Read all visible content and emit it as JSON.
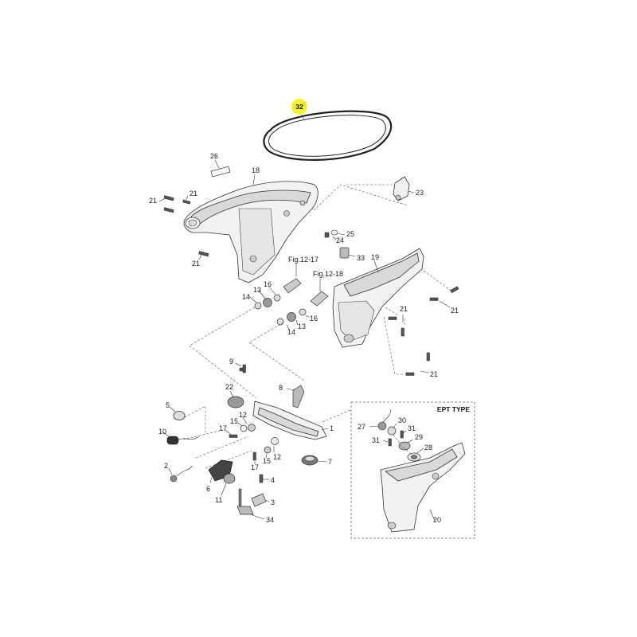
{
  "highlight_color": "#f5f230",
  "callouts": {
    "c32": "32",
    "c26": "26",
    "c18": "18",
    "c21a": "21",
    "c21b": "21",
    "c21c": "21",
    "c23": "23",
    "c25": "25",
    "c24": "24",
    "c33": "33",
    "c19": "19",
    "c21d": "21",
    "c21e": "21",
    "c21f": "21",
    "c13a": "13",
    "c16a": "16",
    "c14a": "14",
    "c13b": "13",
    "c16b": "16",
    "c14b": "14",
    "c9": "9",
    "c8": "8",
    "c22": "22",
    "c5": "5",
    "c15a": "15",
    "c12a": "12",
    "c17a": "17",
    "c10": "10",
    "c1": "1",
    "c12b": "12",
    "c15b": "15",
    "c17b": "17",
    "c7": "7",
    "c2": "2",
    "c6": "6",
    "c11": "11",
    "c4": "4",
    "c3": "3",
    "c34": "34",
    "c27": "27",
    "c30": "30",
    "c31a": "31",
    "c31b": "31",
    "c29": "29",
    "c28": "28",
    "c20": "20"
  },
  "figure_refs": {
    "fig1217": "Fig.12-17",
    "fig1218": "Fig.12-18"
  },
  "inset": {
    "title": "EPT TYPE"
  }
}
